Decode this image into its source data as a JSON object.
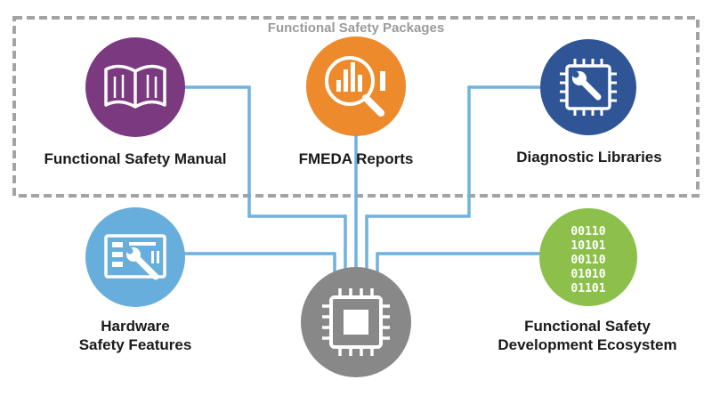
{
  "package_title": "Functional Safety Packages",
  "nodes": {
    "manual": {
      "label": "Functional Safety Manual",
      "color": "#7b3a80",
      "icon": "book-icon"
    },
    "fmeda": {
      "label": "FMEDA Reports",
      "color": "#ec8a2c",
      "icon": "magnifier-chart-icon"
    },
    "diagnostic": {
      "label": "Diagnostic Libraries",
      "color": "#2f5597",
      "icon": "chip-wrench-icon"
    },
    "hardware": {
      "label_line1": "Hardware",
      "label_line2": "Safety Features",
      "color": "#68aedc",
      "icon": "board-wrench-icon"
    },
    "ecosystem": {
      "label_line1": "Functional Safety",
      "label_line2": "Development Ecosystem",
      "color": "#8cc04b",
      "icon": "binary-document-icon"
    },
    "chip": {
      "color": "#888888",
      "icon": "chip-icon"
    }
  },
  "binary_lines": [
    "00110",
    "10101",
    "00110",
    "01010",
    "01101"
  ],
  "connector_color": "#6fb1e0",
  "dash_color": "#a3a3a3"
}
